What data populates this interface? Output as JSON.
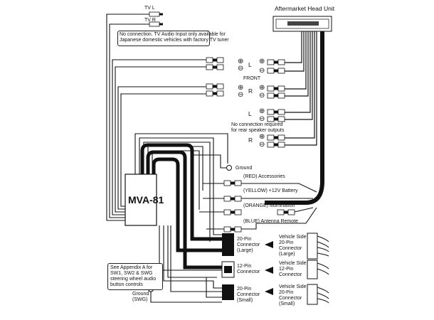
{
  "diagram": {
    "head_unit_label": "Aftermarket Head Unit",
    "module_label": "MVA-81",
    "tv": {
      "left": "TV L",
      "right": "TV R",
      "note": "No connection. TV Audio Input only available for\nJapanese domestic vehicles with factory TV tuner"
    },
    "channels": {
      "front": "FRONT",
      "left": "L",
      "right": "R",
      "rear_note": "No connection required\nfor rear speaker outputs"
    },
    "polarity": {
      "plus": "⊕",
      "minus": "⊖"
    },
    "ground": "Ground",
    "power_wires": {
      "accessories": "(RED) Accessories",
      "battery": "(YELLOW) +12V Battery",
      "illumination": "(ORANGE) Illumination",
      "antenna": "(BLUE) Antenna Remote"
    },
    "connectors": {
      "large": "20-Pin\nConnector\n(Large)",
      "twelve": "12-Pin\nConnector",
      "small": "20-Pin\nConnector\n(Small)"
    },
    "vehicle_side": {
      "large": "Vehicle Side\n20-Pin\nConnector\n(Large)",
      "twelve": "Vehicle Side\n12-Pin\nConnector",
      "small": "Vehicle Side\n20-Pin\nConnector\n(Small)"
    },
    "appendix_note": "See Appendix A for\nSW1, SW2 & SWG\nsteering wheel audio\nbutton controls",
    "ground_swg": "Ground\n(SWG)"
  }
}
